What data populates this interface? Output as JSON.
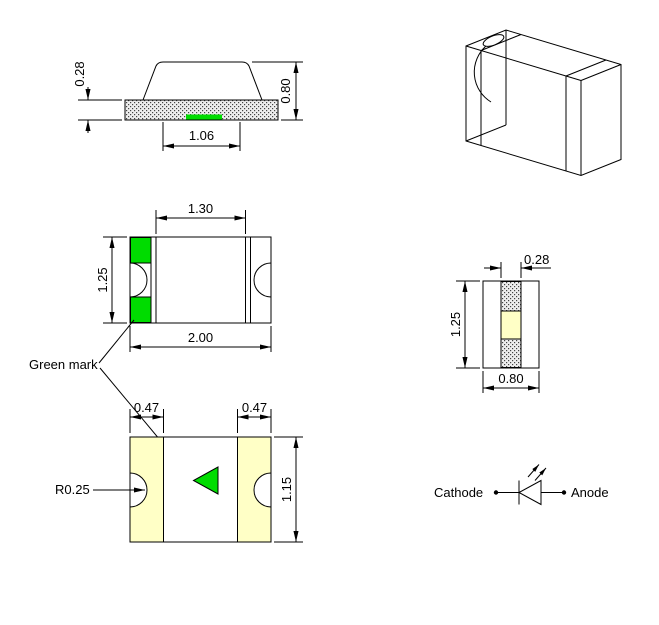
{
  "colors": {
    "mark_green": "#00DC00",
    "pad_yellow": "#FFFFC6",
    "line": "#000000"
  },
  "side_view": {
    "substrate_thickness": "0.28",
    "total_height": "0.80",
    "lens_base_width": "1.06"
  },
  "top_view": {
    "inner_width": "1.30",
    "body_depth": "1.25",
    "body_width": "2.00",
    "green_mark_label": "Green mark"
  },
  "end_view": {
    "terminal_width": "0.28",
    "body_depth": "1.25",
    "body_thickness": "0.80"
  },
  "bottom_view": {
    "pad_left_width": "0.47",
    "pad_right_width": "0.47",
    "notch_radius": "R0.25",
    "pad_height": "1.15"
  },
  "polarity_symbol": {
    "cathode_label": "Cathode",
    "anode_label": "Anode"
  }
}
